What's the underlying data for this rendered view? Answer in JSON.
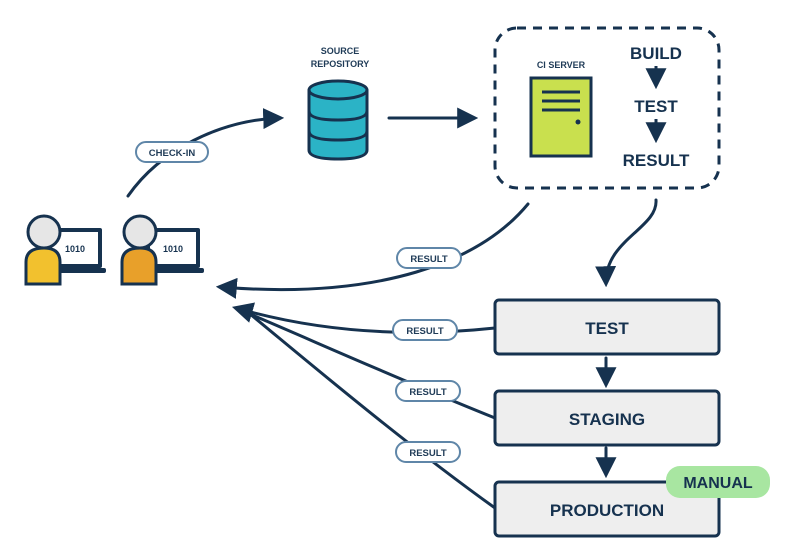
{
  "diagram": {
    "source_repo_label_1": "SOURCE",
    "source_repo_label_2": "REPOSITORY",
    "ci_server_label": "CI SERVER",
    "ci_steps": [
      "BUILD",
      "TEST",
      "RESULT"
    ],
    "check_in_label": "CHECK-IN",
    "result_label": "RESULT",
    "pipeline_stages": [
      "TEST",
      "STAGING",
      "PRODUCTION"
    ],
    "manual_badge": "MANUAL",
    "laptop_screen_text": "1010",
    "colors": {
      "line": "#16324f",
      "database": "#2bb3c6",
      "server": "#c9e04e",
      "stage_fill": "#eeeeee",
      "manual_badge": "#a8e6a1",
      "person_1_shirt": "#f2c12e",
      "person_2_shirt": "#e8a02a",
      "pill_border": "#5f86a8"
    }
  }
}
